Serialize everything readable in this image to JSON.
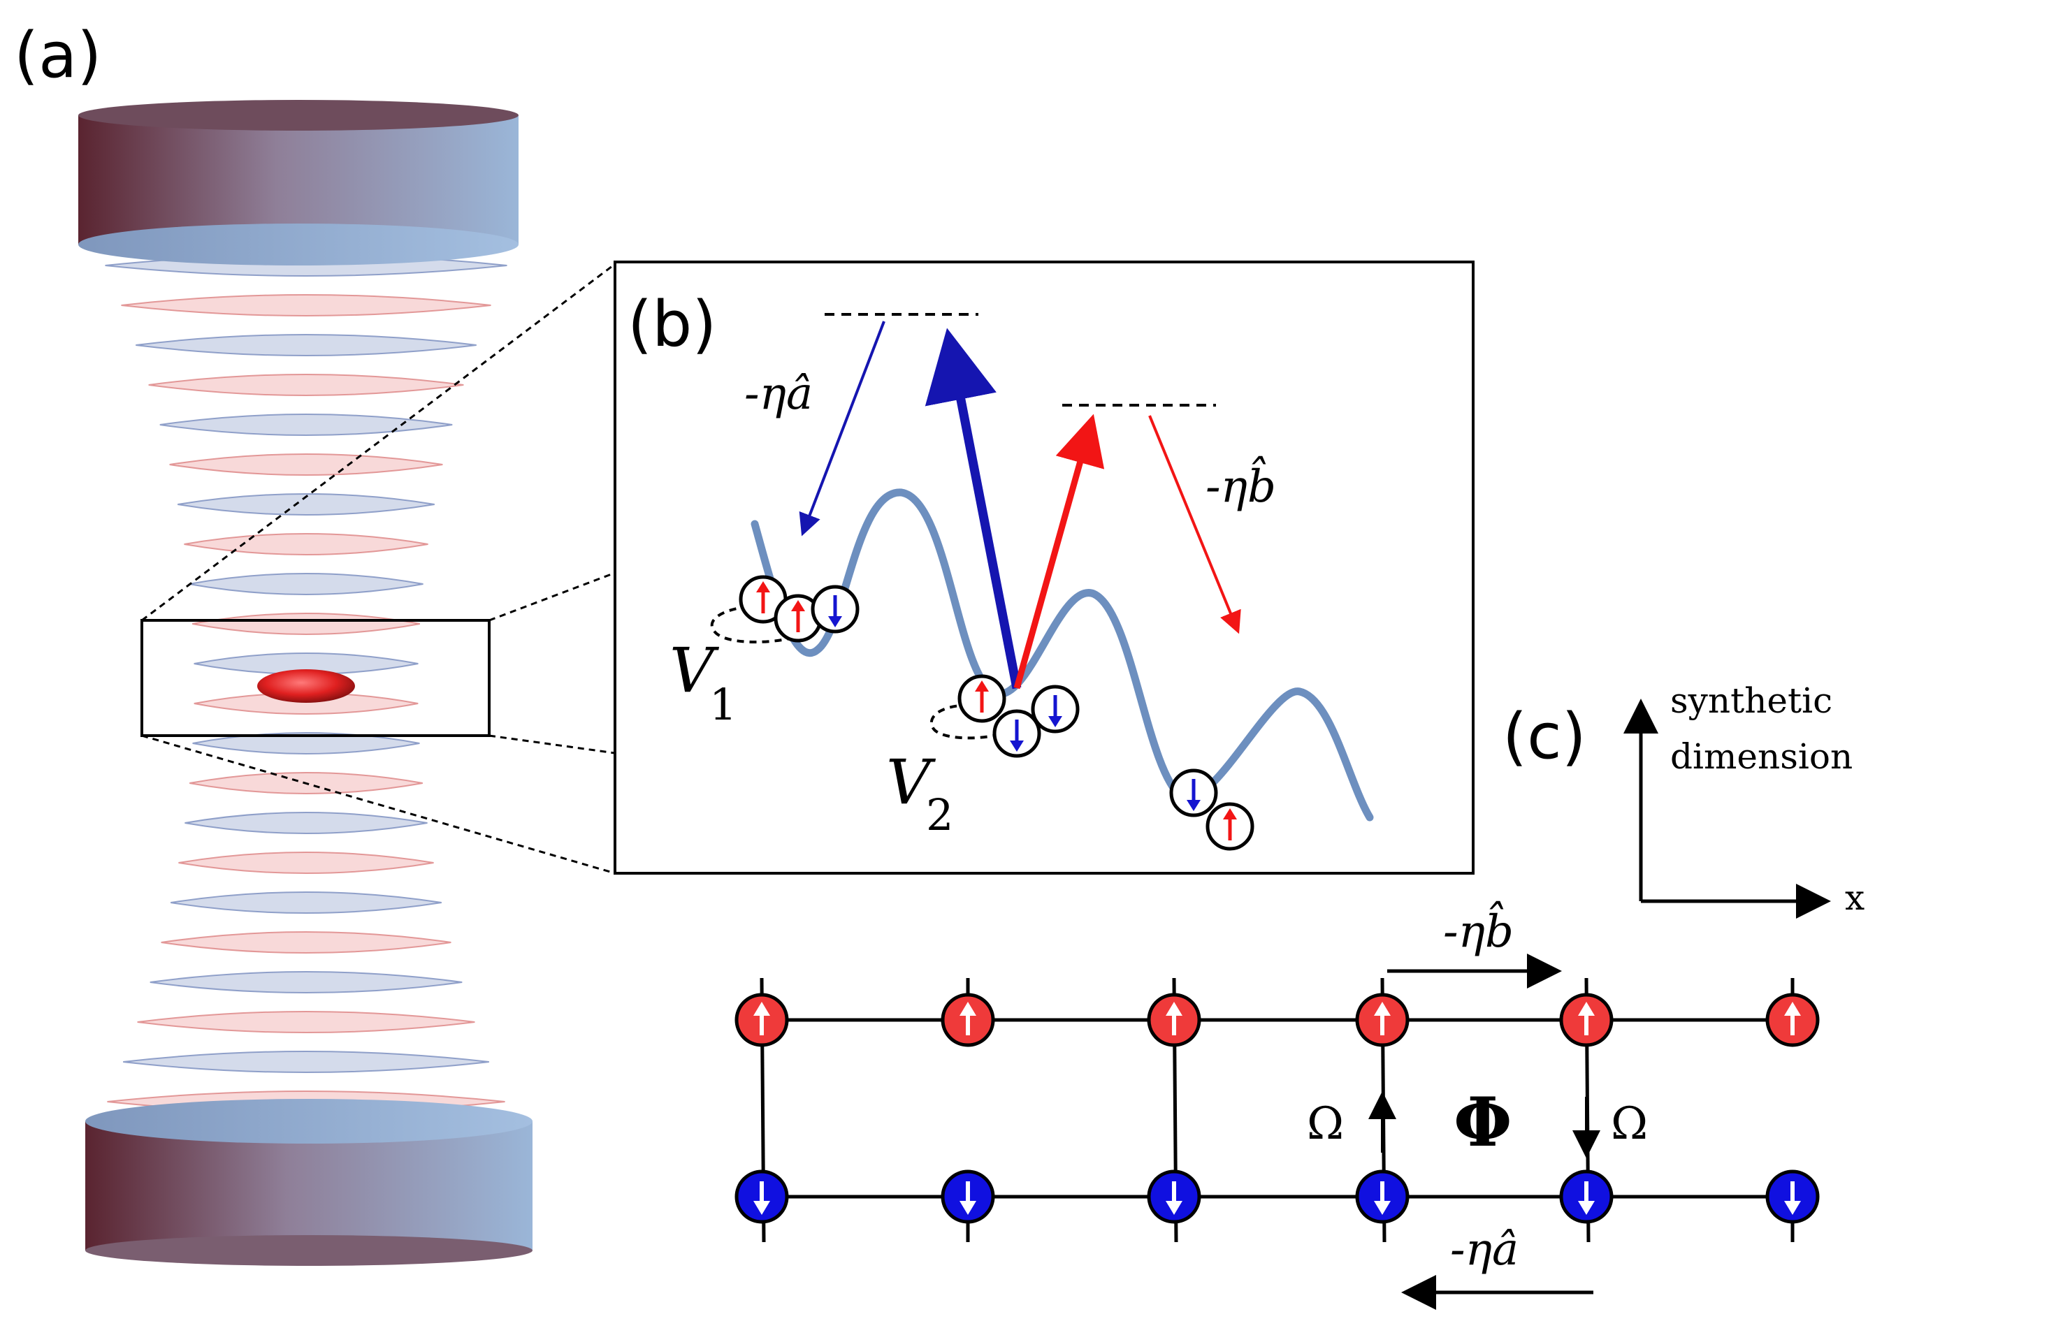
{
  "panels": {
    "a": {
      "label": "(a)"
    },
    "b": {
      "label": "(b)",
      "arrow_left": "-ηâ",
      "arrow_right": "-ηb̂",
      "v1_base": "V",
      "v1_sub": "1",
      "v2_base": "V",
      "v2_sub": "2"
    },
    "c": {
      "label": "(c)",
      "axis_y_line1": "synthetic",
      "axis_y_line2": "dimension",
      "axis_x": "x",
      "top_hop": "-ηb̂",
      "bottom_hop": "-ηâ",
      "omega_left": "Ω",
      "omega_right": "Ω",
      "flux": "Φ"
    }
  },
  "colors": {
    "spin_up": "#ef3a3a",
    "spin_down": "#1010e0",
    "potential": "#6d8fbf",
    "arrow_blue": "#1515b0",
    "arrow_red": "#f21515",
    "mirror_dark": "#5a2430",
    "mirror_light": "#9ab6d8"
  }
}
